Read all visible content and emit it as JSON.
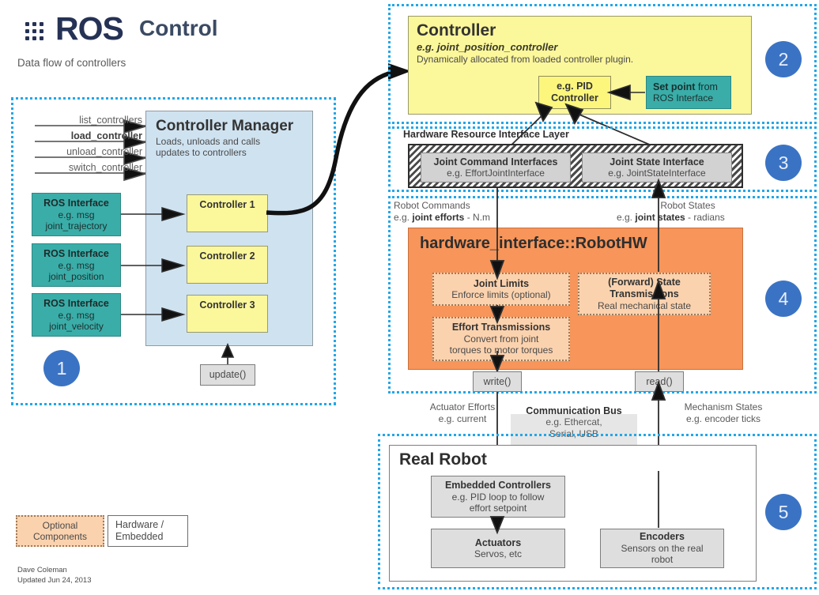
{
  "header": {
    "logo_text": "ROS",
    "title": "Control",
    "subtitle": "Data flow of controllers",
    "logo_icon": "ros-dot-grid-icon"
  },
  "colors": {
    "panel_border": "#22a7e8",
    "badge": "#3b73c4",
    "teal": "#3aada8",
    "yellow": "#fbf79b",
    "light_blue": "#cfe2f0",
    "orange": "#f7955a",
    "peach": "#fbd2ae",
    "grey": "#dedede"
  },
  "panel1": {
    "badge": "1",
    "services": [
      {
        "label": "list_controllers",
        "bold": false
      },
      {
        "label": "load_controller",
        "bold": true
      },
      {
        "label": "unload_controller",
        "bold": false
      },
      {
        "label": "switch_controller",
        "bold": false
      }
    ],
    "manager": {
      "title": "Controller Manager",
      "desc_line1": "Loads, unloads and calls",
      "desc_line2": "updates to controllers"
    },
    "ros_interfaces": [
      {
        "title": "ROS Interface",
        "line1": "e.g. msg",
        "line2": "joint_trajectory"
      },
      {
        "title": "ROS Interface",
        "line1": "e.g. msg",
        "line2": "joint_position"
      },
      {
        "title": "ROS Interface",
        "line1": "e.g. msg",
        "line2": "joint_velocity"
      }
    ],
    "controllers": [
      "Controller 1",
      "Controller 2",
      "Controller 3"
    ],
    "update_button": "update()"
  },
  "panel2": {
    "badge": "2",
    "title": "Controller",
    "example": "e.g. joint_position_controller",
    "desc": "Dynamically allocated from loaded controller plugin.",
    "pid": {
      "line1": "e.g. PID",
      "line2": "Controller"
    },
    "setpoint": {
      "bold": "Set point",
      "rest": " from",
      "line2": "ROS Interface"
    }
  },
  "panel3": {
    "badge": "3",
    "layer_title": "Hardware Resource Interface Layer",
    "interfaces": [
      {
        "title": "Joint Command Interfaces",
        "sub": "e.g. EffortJointInterface"
      },
      {
        "title": "Joint State Interface",
        "sub": "e.g. JointStateInterface"
      }
    ]
  },
  "panel4": {
    "badge": "4",
    "flow_left": {
      "line1": "Robot Commands",
      "line2_pre": "e.g. ",
      "line2_bold": "joint efforts",
      "line2_post": " - N.m"
    },
    "flow_right": {
      "line1": "Robot States",
      "line2_pre": "e.g. ",
      "line2_bold": "joint states",
      "line2_post": " - radians"
    },
    "title": "hardware_interface::RobotHW",
    "boxes": [
      {
        "title": "Joint Limits",
        "sub1": "Enforce limits (optional)",
        "sub2": ""
      },
      {
        "title": "(Forward) State",
        "title2": "Transmissions",
        "sub1": "Real mechanical state",
        "sub2": ""
      },
      {
        "title": "Effort Transmissions",
        "sub1": "Convert from joint",
        "sub2": "torques to motor torques"
      }
    ],
    "write_button": "write()",
    "read_button": "read()"
  },
  "bus": {
    "title": "Communication Bus",
    "line1": "e.g. Ethercat,",
    "line2": "Serial, USB",
    "left": {
      "line1": "Actuator Efforts",
      "line2": "e.g. current"
    },
    "right": {
      "line1": "Mechanism States",
      "line2": "e.g. encoder ticks"
    }
  },
  "panel5": {
    "badge": "5",
    "title": "Real Robot",
    "embedded": {
      "title": "Embedded Controllers",
      "sub1": "e.g. PID loop to follow",
      "sub2": "effort setpoint"
    },
    "actuators": {
      "title": "Actuators",
      "sub1": "Servos, etc"
    },
    "encoders": {
      "title": "Encoders",
      "sub1": "Sensors on the real",
      "sub2": "robot"
    }
  },
  "legend": {
    "optional": {
      "line1": "Optional",
      "line2": "Components"
    },
    "hardware": {
      "line1": "Hardware /",
      "line2": "Embedded"
    }
  },
  "footer": {
    "author": "Dave Coleman",
    "updated": "Updated Jun 24, 2013"
  }
}
